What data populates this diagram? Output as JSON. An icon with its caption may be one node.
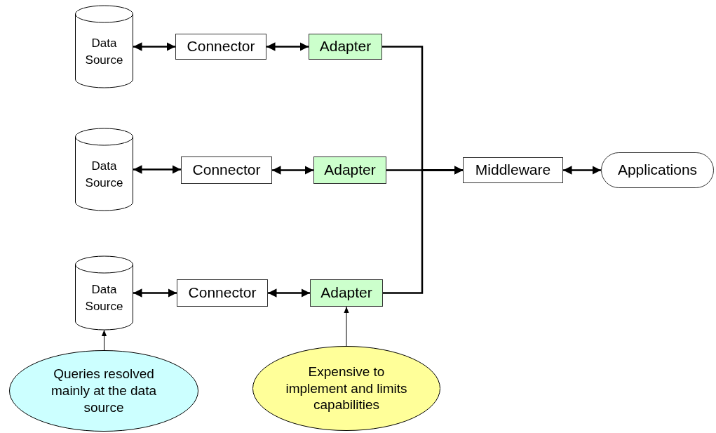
{
  "diagram": {
    "nodes": [
      {
        "text": [
          "Data Source"
        ]
      },
      {
        "text": [
          "Connector"
        ]
      },
      {
        "text": [
          "Adapter"
        ]
      },
      {
        "text": [
          "Data Source"
        ]
      },
      {
        "text": [
          "Connector"
        ]
      },
      {
        "text": [
          "Adapter"
        ]
      },
      {
        "text": [
          "Middleware"
        ]
      },
      {
        "text": [
          "Applications"
        ]
      },
      {
        "text": [
          "Data Source"
        ]
      },
      {
        "text": [
          "Connector"
        ]
      },
      {
        "text": [
          "Adapter"
        ]
      },
      {
        "text": [
          "Queries resolved mainly at the data source"
        ]
      },
      {
        "text": [
          "Expensive to implement and limits capabilities"
        ]
      }
    ],
    "edges": [
      {
        "from": 0,
        "to": 1,
        "arrow": "both"
      },
      {
        "from": 1,
        "to": 2,
        "arrow": "both"
      },
      {
        "from": 3,
        "to": 4,
        "arrow": "both"
      },
      {
        "from": 4,
        "to": 5,
        "arrow": "both"
      },
      {
        "from": 8,
        "to": 9,
        "arrow": "both"
      },
      {
        "from": 9,
        "to": 10,
        "arrow": "both"
      },
      {
        "from": 2,
        "to": 6,
        "arrow": "to"
      },
      {
        "from": 5,
        "to": 6,
        "arrow": "to"
      },
      {
        "from": 10,
        "to": 6,
        "arrow": "to"
      },
      {
        "from": 6,
        "to": 7,
        "arrow": "both"
      },
      {
        "from": 11,
        "to": 8,
        "arrow": "to"
      },
      {
        "from": 12,
        "to": 10,
        "arrow": "to"
      }
    ]
  }
}
